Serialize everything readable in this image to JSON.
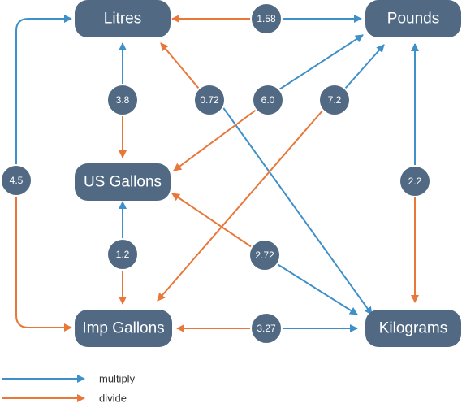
{
  "colors": {
    "multiply": "#3f8fc9",
    "divide": "#e8773a",
    "node": "#516983"
  },
  "nodes": {
    "litres": "Litres",
    "pounds": "Pounds",
    "us_gallons": "US Gallons",
    "imp_gallons": "Imp Gallons",
    "kilograms": "Kilograms"
  },
  "factors": {
    "litres_pounds": "1.58",
    "litres_usgal": "3.8",
    "litres_kg": "0.72",
    "usgal_pounds": "6.0",
    "impgal_pounds": "7.2",
    "impgal_litres": "4.5",
    "pounds_kg": "2.2",
    "usgal_impgal": "1.2",
    "usgal_kg": "2.72",
    "impgal_kg": "3.27"
  },
  "legend": {
    "multiply": "multiply",
    "divide": "divide"
  }
}
